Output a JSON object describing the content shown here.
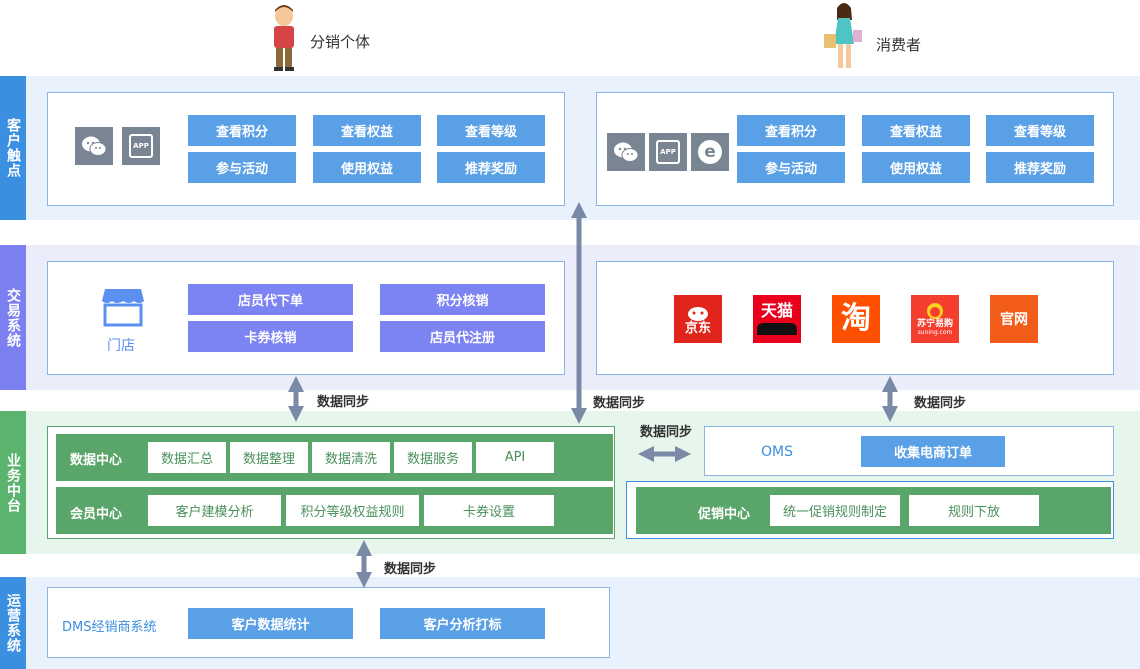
{
  "actors": {
    "distributor": "分销个体",
    "consumer": "消费者"
  },
  "rows": {
    "touchpoint": "客户触点",
    "trade": "交易系统",
    "middle": "业务中台",
    "ops": "运营系统"
  },
  "touch_left": {
    "icons": [
      "wechat-icon",
      "app-icon"
    ],
    "app_text": "APP",
    "buttons": [
      "查看积分",
      "查看权益",
      "查看等级",
      "参与活动",
      "使用权益",
      "推荐奖励"
    ]
  },
  "touch_right": {
    "icons": [
      "wechat-icon",
      "app-icon",
      "web-e-icon"
    ],
    "app_text": "APP",
    "e_text": "e",
    "buttons": [
      "查看积分",
      "查看权益",
      "查看等级",
      "参与活动",
      "使用权益",
      "推荐奖励"
    ]
  },
  "trade_left": {
    "store_label": "门店",
    "buttons": [
      "店员代下单",
      "积分核销",
      "卡券核销",
      "店员代注册"
    ]
  },
  "trade_right": {
    "shops": [
      {
        "name": "京东",
        "color": "#e1251b"
      },
      {
        "name": "天猫",
        "color": "#e8001c"
      },
      {
        "name": "淘",
        "color": "#ff5000"
      },
      {
        "name": "苏宁易购",
        "sub": "suning.com",
        "color": "#f43f2f"
      },
      {
        "name": "官网",
        "color": "#f25c19"
      }
    ]
  },
  "sync": {
    "label": "数据同步"
  },
  "middle": {
    "data_center": {
      "title": "数据中心",
      "items": [
        "数据汇总",
        "数据整理",
        "数据清洗",
        "数据服务",
        "API"
      ]
    },
    "member_center": {
      "title": "会员中心",
      "items": [
        "客户建模分析",
        "积分等级权益规则",
        "卡券设置"
      ]
    },
    "oms": {
      "title": "OMS",
      "button": "收集电商订单"
    },
    "promo_center": {
      "title": "促销中心",
      "items": [
        "统一促销规则制定",
        "规则下放"
      ]
    }
  },
  "ops": {
    "system": "DMS经销商系统",
    "buttons": [
      "客户数据统计",
      "客户分析打标"
    ]
  },
  "colors": {
    "blue_band": "#e8f1fc",
    "purple_band": "#ecedfb",
    "green_band": "#e6f6ec",
    "blue_label": "#3b8fe0",
    "purple_label": "#7b7ff0",
    "green_label": "#5bb46e",
    "green_block": "#5aa56a",
    "arrow": "#7a8aa6"
  }
}
